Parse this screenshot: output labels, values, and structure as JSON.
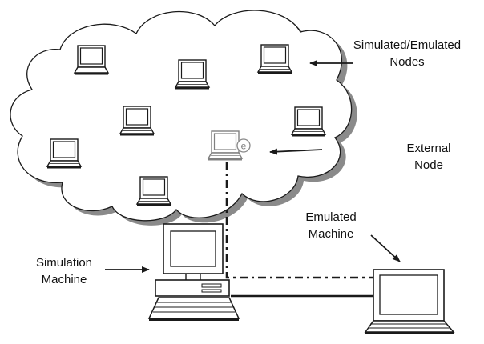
{
  "labels": {
    "simulated_line1": "Simulated/Emulated",
    "simulated_line2": "Nodes",
    "external_line1": "External",
    "external_line2": "Node",
    "emulated_line1": "Emulated",
    "emulated_line2": "Machine",
    "simulation_line1": "Simulation",
    "simulation_line2": "Machine"
  },
  "icons": {
    "cloud": "cloud-network",
    "laptop": "laptop",
    "desktop": "desktop-computer",
    "external_badge": "e-badge"
  },
  "colors": {
    "stroke": "#1a1a1a",
    "shadow": "#8a8a8a",
    "external_node": "#9a9a9a",
    "background": "#ffffff"
  }
}
